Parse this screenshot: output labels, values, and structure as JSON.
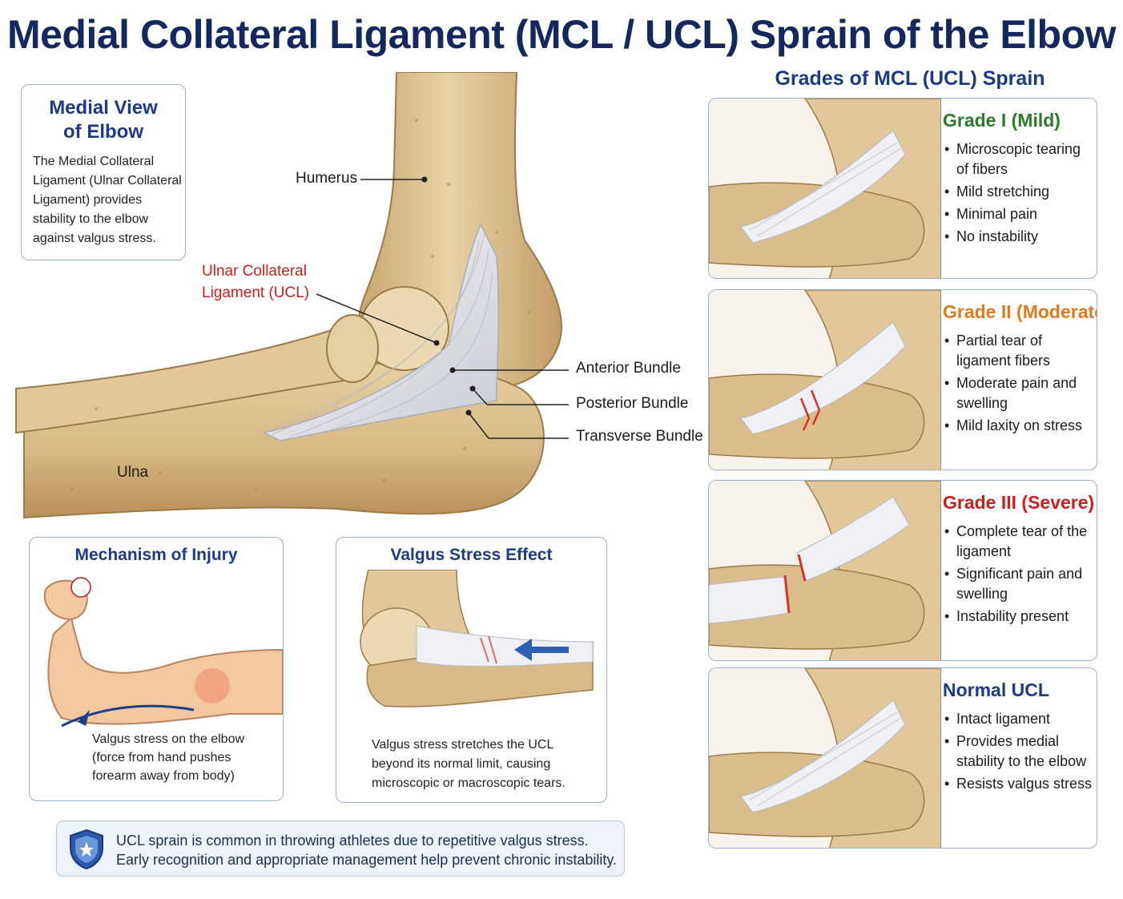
{
  "title": "Medial Collateral Ligament (MCL / UCL) Sprain of the Elbow",
  "medial_view": {
    "title_line1": "Medial View",
    "title_line2": "of Elbow",
    "description": [
      "The Medial Collateral",
      "Ligament (Ulnar Collateral",
      "Ligament) provides",
      "stability to the elbow",
      "against valgus stress."
    ]
  },
  "anatomy_labels": {
    "humerus": "Humerus",
    "ucl_line1": "Ulnar Collateral",
    "ucl_line2": "Ligament (UCL)",
    "anterior_bundle": "Anterior Bundle",
    "posterior_bundle": "Posterior Bundle",
    "transverse_bundle": "Transverse Bundle",
    "ulna": "Ulna"
  },
  "mechanism": {
    "title": "Mechanism of Injury",
    "caption": [
      "Valgus stress on the elbow",
      "(force from hand pushes",
      "forearm away from body)"
    ]
  },
  "valgus": {
    "title": "Valgus Stress Effect",
    "caption": [
      "Valgus stress stretches the UCL",
      "beyond its normal limit, causing",
      "microscopic or macroscopic tears."
    ]
  },
  "grades_title": "Grades of MCL (UCL) Sprain",
  "grades": [
    {
      "heading": "Grade I (Mild)",
      "color": "#2c7a2c",
      "bullets": [
        "Microscopic tearing of fibers",
        "Mild stretching",
        "Minimal pain",
        "No instability"
      ]
    },
    {
      "heading": "Grade II (Moderate)",
      "color": "#e07a1e",
      "bullets": [
        "Partial tear of ligament fibers",
        "Moderate pain and swelling",
        "Mild laxity on stress"
      ]
    },
    {
      "heading": "Grade III (Severe)",
      "color": "#c8201e",
      "bullets": [
        "Complete tear of the ligament",
        "Significant pain and swelling",
        "Instability present"
      ]
    },
    {
      "heading": "Normal UCL",
      "color": "#1c3b86",
      "bullets": [
        "Intact ligament",
        "Provides medial stability to the elbow",
        "Resists valgus stress"
      ]
    }
  ],
  "footer": {
    "icon": "shield-icon",
    "line1": "UCL sprain is common in throwing athletes due to repetitive valgus stress.",
    "line2": "Early recognition and appropriate management help prevent chronic instability."
  },
  "colors": {
    "title": "#14275e",
    "accent": "#1c3b86",
    "bone": "#dcbd8e",
    "ligament": "#eceef1",
    "tear": "#d6332c"
  }
}
